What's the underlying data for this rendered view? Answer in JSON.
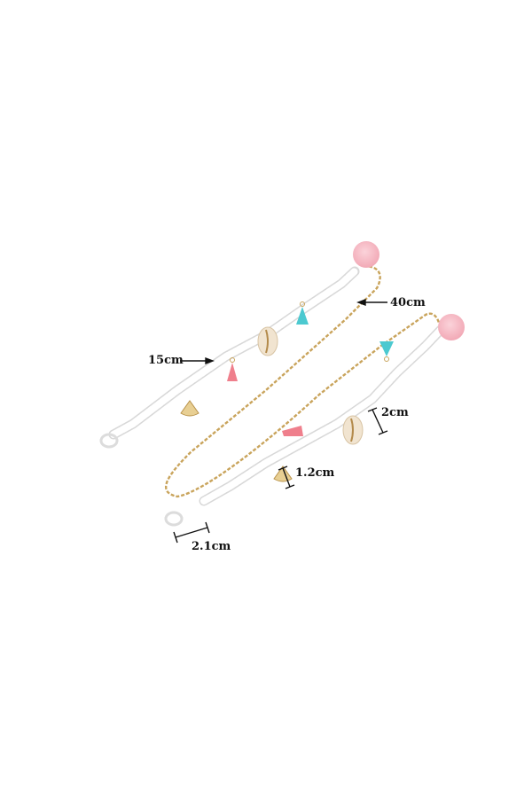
{
  "image": {
    "subject": "Beaded eyeglass chain with shells, tassels and pom-poms",
    "background": "#ffffff"
  },
  "measurements": [
    {
      "id": "chain",
      "label": "40cm"
    },
    {
      "id": "beads",
      "label": "15cm"
    },
    {
      "id": "cowrie",
      "label": "2cm"
    },
    {
      "id": "scallop",
      "label": "1.2cm"
    },
    {
      "id": "loop",
      "label": "2.1cm"
    }
  ],
  "colors": {
    "pompom": "#f6b9c4",
    "tassel_teal": "#4cc9d0",
    "tassel_pink": "#ef7f8c",
    "chain_gold": "#c9a45c",
    "bead_white": "#ffffff",
    "bead_outline": "#d9d9d9",
    "cowrie": "#f1e4d0"
  }
}
